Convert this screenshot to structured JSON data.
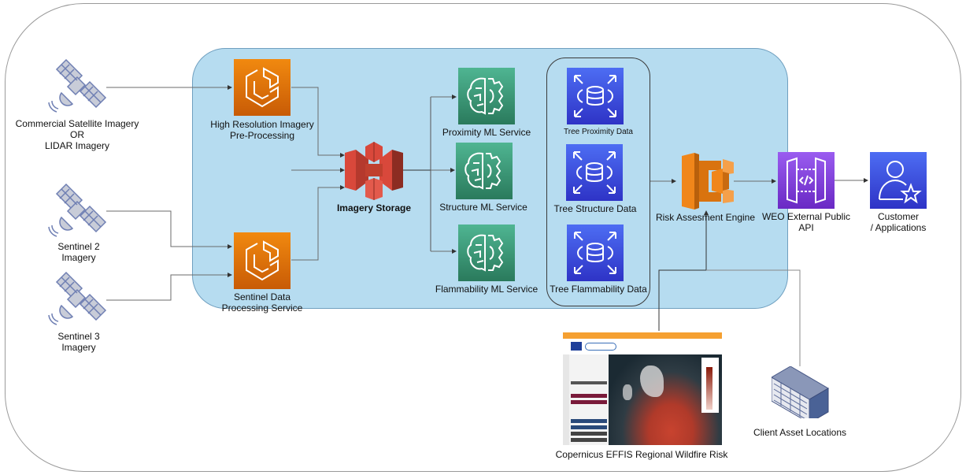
{
  "diagram": {
    "sources": [
      {
        "id": "commercial",
        "label_lines": [
          "Commercial Satellite Imagery",
          "OR",
          "LIDAR Imagery"
        ],
        "icon": "satellite-icon"
      },
      {
        "id": "sentinel2",
        "label_lines": [
          "Sentinel 2",
          "Imagery"
        ],
        "icon": "satellite-icon"
      },
      {
        "id": "sentinel3",
        "label_lines": [
          "Sentinel 3",
          "Imagery"
        ],
        "icon": "satellite-icon"
      }
    ],
    "processing": [
      {
        "id": "hires",
        "label_lines": [
          "High Resolution Imagery",
          "Pre-Processing"
        ],
        "icon": "ecs-container-icon",
        "color": "#e8770c"
      },
      {
        "id": "sentinel_proc",
        "label_lines": [
          "Sentinel Data",
          "Processing Service"
        ],
        "icon": "ecs-container-icon",
        "color": "#e8770c"
      }
    ],
    "storage": {
      "label": "Imagery Storage",
      "icon": "s3-bucket-icon",
      "color": "#d9483b"
    },
    "ml_services": [
      {
        "label": "Proximity ML Service",
        "icon": "ml-brain-gear-icon"
      },
      {
        "label": "Structure ML Service",
        "icon": "ml-brain-gear-icon"
      },
      {
        "label": "Flammability ML Service",
        "icon": "ml-brain-gear-icon"
      }
    ],
    "data_stores": [
      {
        "label": "Tree Proximity Data",
        "icon": "database-scale-icon"
      },
      {
        "label": "Tree Structure Data",
        "icon": "database-scale-icon"
      },
      {
        "label": "Tree Flammability Data",
        "icon": "database-scale-icon"
      }
    ],
    "engine": {
      "label": "Risk Assesment Engine",
      "icon": "ecs-cluster-icon",
      "color": "#f0861a"
    },
    "api": {
      "label_lines": [
        "WEO External Public",
        "API"
      ],
      "icon": "api-gateway-icon",
      "color": "#8a48e6"
    },
    "customer": {
      "label_lines": [
        "Customer",
        "/ Applications"
      ],
      "icon": "user-star-icon",
      "color": "#3f4fdc"
    },
    "external_inputs": [
      {
        "label": "Copernicus EFFIS Regional Wildfire Risk",
        "icon": "wildfire-map-screenshot"
      },
      {
        "label": "Client Asset Locations",
        "icon": "data-center-icon"
      }
    ],
    "colors": {
      "cloud_fill": "#b6dcf0",
      "orange": "#e8770c",
      "green": "#3a9a78",
      "blue": "#3f4fdc",
      "purple": "#8a48e6",
      "red": "#d9483b"
    }
  }
}
